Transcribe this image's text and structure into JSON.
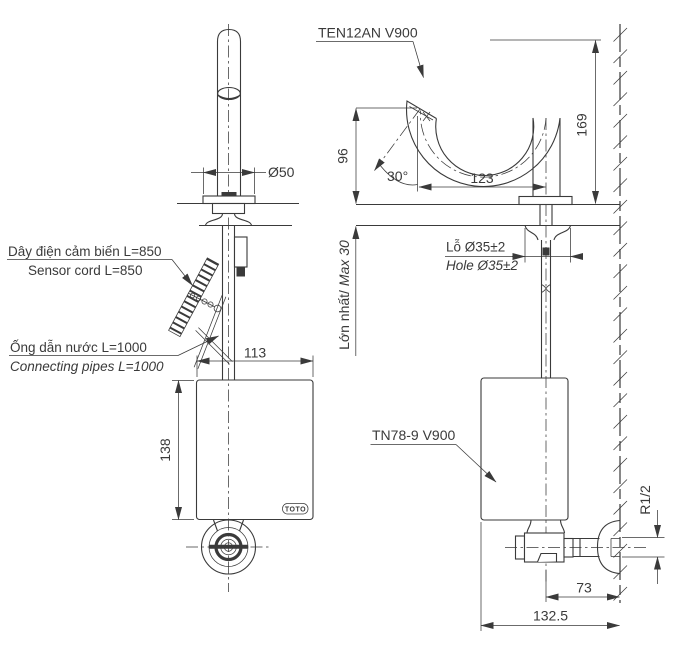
{
  "drawing": {
    "type": "faucet installation technical drawing",
    "views": [
      "front view",
      "side view with wall section"
    ]
  },
  "labels": {
    "spout_model": "TEN12AN V900",
    "controller_model": "TN78-9 V900",
    "sensor_cord_vi": "Dây điện cảm biến L=850",
    "sensor_cord_en": "Sensor cord L=850",
    "pipes_vi": "Ống dẫn nước L=1000",
    "pipes_en": "Connecting pipes L=1000",
    "hole_vi": "Lỗ Ø35±2",
    "hole_en": "Hole Ø35±2",
    "max_height_vi": "Lớn nhất/",
    "max_height_en": "Max 30",
    "wall_thread": "R1/2",
    "brand": "TOTO"
  },
  "dimensions": {
    "base_diameter": "Ø50",
    "controller_width": "113",
    "controller_height": "138",
    "outlet_height": "96",
    "sensor_angle": "30°",
    "spout_reach": "123",
    "spout_height": "169",
    "valve_to_wall": "73",
    "controller_to_wall": "132.5"
  },
  "colors": {
    "line": "#3a3a3a",
    "background": "#ffffff"
  }
}
